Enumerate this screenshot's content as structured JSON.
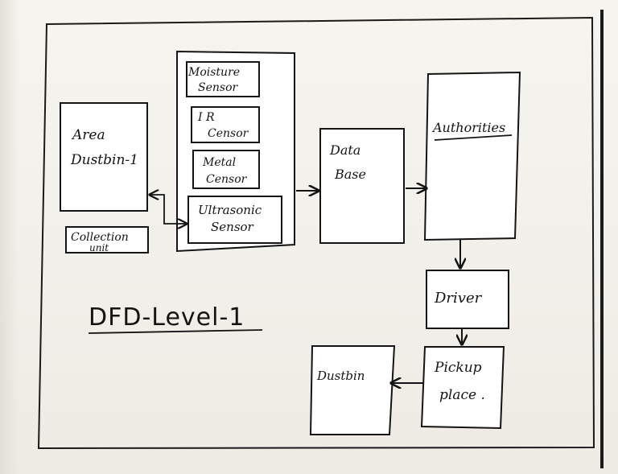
{
  "diagram": {
    "title": "DFD-Level-1",
    "area_dustbin": [
      "Area",
      "Dustbin-1"
    ],
    "collection_unit": [
      "Collection",
      "unit"
    ],
    "sensors": {
      "moisture": [
        "Moisture",
        "Sensor"
      ],
      "ir": [
        "I R",
        "Censor"
      ],
      "metal": [
        "Metal",
        "Censor"
      ],
      "ultrasonic": [
        "Ultrasonic",
        "Sensor"
      ]
    },
    "database": [
      "Data",
      "Base"
    ],
    "authorities": "Authorities",
    "driver": "Driver",
    "pickup_place": [
      "Pickup",
      "place ."
    ],
    "dustbin": "Dustbin"
  }
}
